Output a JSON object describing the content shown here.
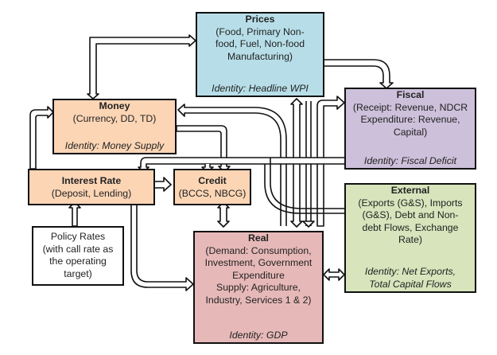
{
  "colors": {
    "prices": "#b7dee8",
    "fiscal": "#ccc0da",
    "external": "#d7e4bc",
    "money": "#fcd5b5",
    "interest": "#fcd5b5",
    "credit": "#fcd5b5",
    "real": "#e6b9b8",
    "policy": "#ffffff"
  },
  "nodes": {
    "prices": {
      "title": "Prices",
      "lines": [
        "(Food, Primary Non-",
        "food, Fuel, Non-food",
        "Manufacturing)"
      ],
      "identity": [
        "Identity: Headline WPI"
      ]
    },
    "fiscal": {
      "title": "Fiscal",
      "lines": [
        "(Receipt: Revenue, NDCR",
        "Expenditure: Revenue,",
        "Capital)"
      ],
      "identity": [
        "Identity: Fiscal Deficit"
      ]
    },
    "money": {
      "title": "Money",
      "lines": [
        "(Currency, DD, TD)"
      ],
      "identity": [
        "Identity: Money Supply"
      ]
    },
    "interest": {
      "title": "Interest Rate",
      "lines": [
        "(Deposit, Lending)"
      ]
    },
    "credit": {
      "title": "Credit",
      "lines": [
        "(BCCS, NBCG)"
      ]
    },
    "external": {
      "title": "External",
      "lines": [
        "(Exports (G&S), Imports",
        "(G&S), Debt and Non-",
        "debt Flows, Exchange",
        "Rate)"
      ],
      "identity": [
        "Identity: Net Exports,",
        "Total Capital Flows"
      ]
    },
    "policy": {
      "lines": [
        "Policy Rates",
        "(with call rate as",
        "the operating",
        "target)"
      ]
    },
    "real": {
      "title": "Real",
      "lines": [
        "(Demand: Consumption,",
        "Investment, Government",
        "Expenditure",
        "Supply: Agriculture,",
        "Industry, Services 1 & 2)"
      ],
      "identity": [
        "Identity: GDP"
      ]
    }
  },
  "links": [
    {
      "from": "money",
      "to": "prices",
      "type": "bidirectional"
    },
    {
      "from": "prices",
      "to": "fiscal",
      "type": "directed"
    },
    {
      "from": "prices",
      "to": "money",
      "type": "directed"
    },
    {
      "from": "prices",
      "to": "real",
      "type": "bidirectional"
    },
    {
      "from": "fiscal",
      "to": "real",
      "type": "directed"
    },
    {
      "from": "fiscal",
      "to": "interest",
      "type": "directed"
    },
    {
      "from": "money",
      "to": "credit",
      "type": "directed"
    },
    {
      "from": "interest",
      "to": "money",
      "type": "directed"
    },
    {
      "from": "interest",
      "to": "credit",
      "type": "directed"
    },
    {
      "from": "interest",
      "to": "real",
      "type": "directed"
    },
    {
      "from": "policy",
      "to": "interest",
      "type": "directed"
    },
    {
      "from": "credit",
      "to": "real",
      "type": "bidirectional"
    },
    {
      "from": "external",
      "to": "real",
      "type": "bidirectional"
    },
    {
      "from": "external",
      "to": "money",
      "type": "directed"
    },
    {
      "from": "real",
      "to": "fiscal",
      "type": "directed"
    }
  ]
}
